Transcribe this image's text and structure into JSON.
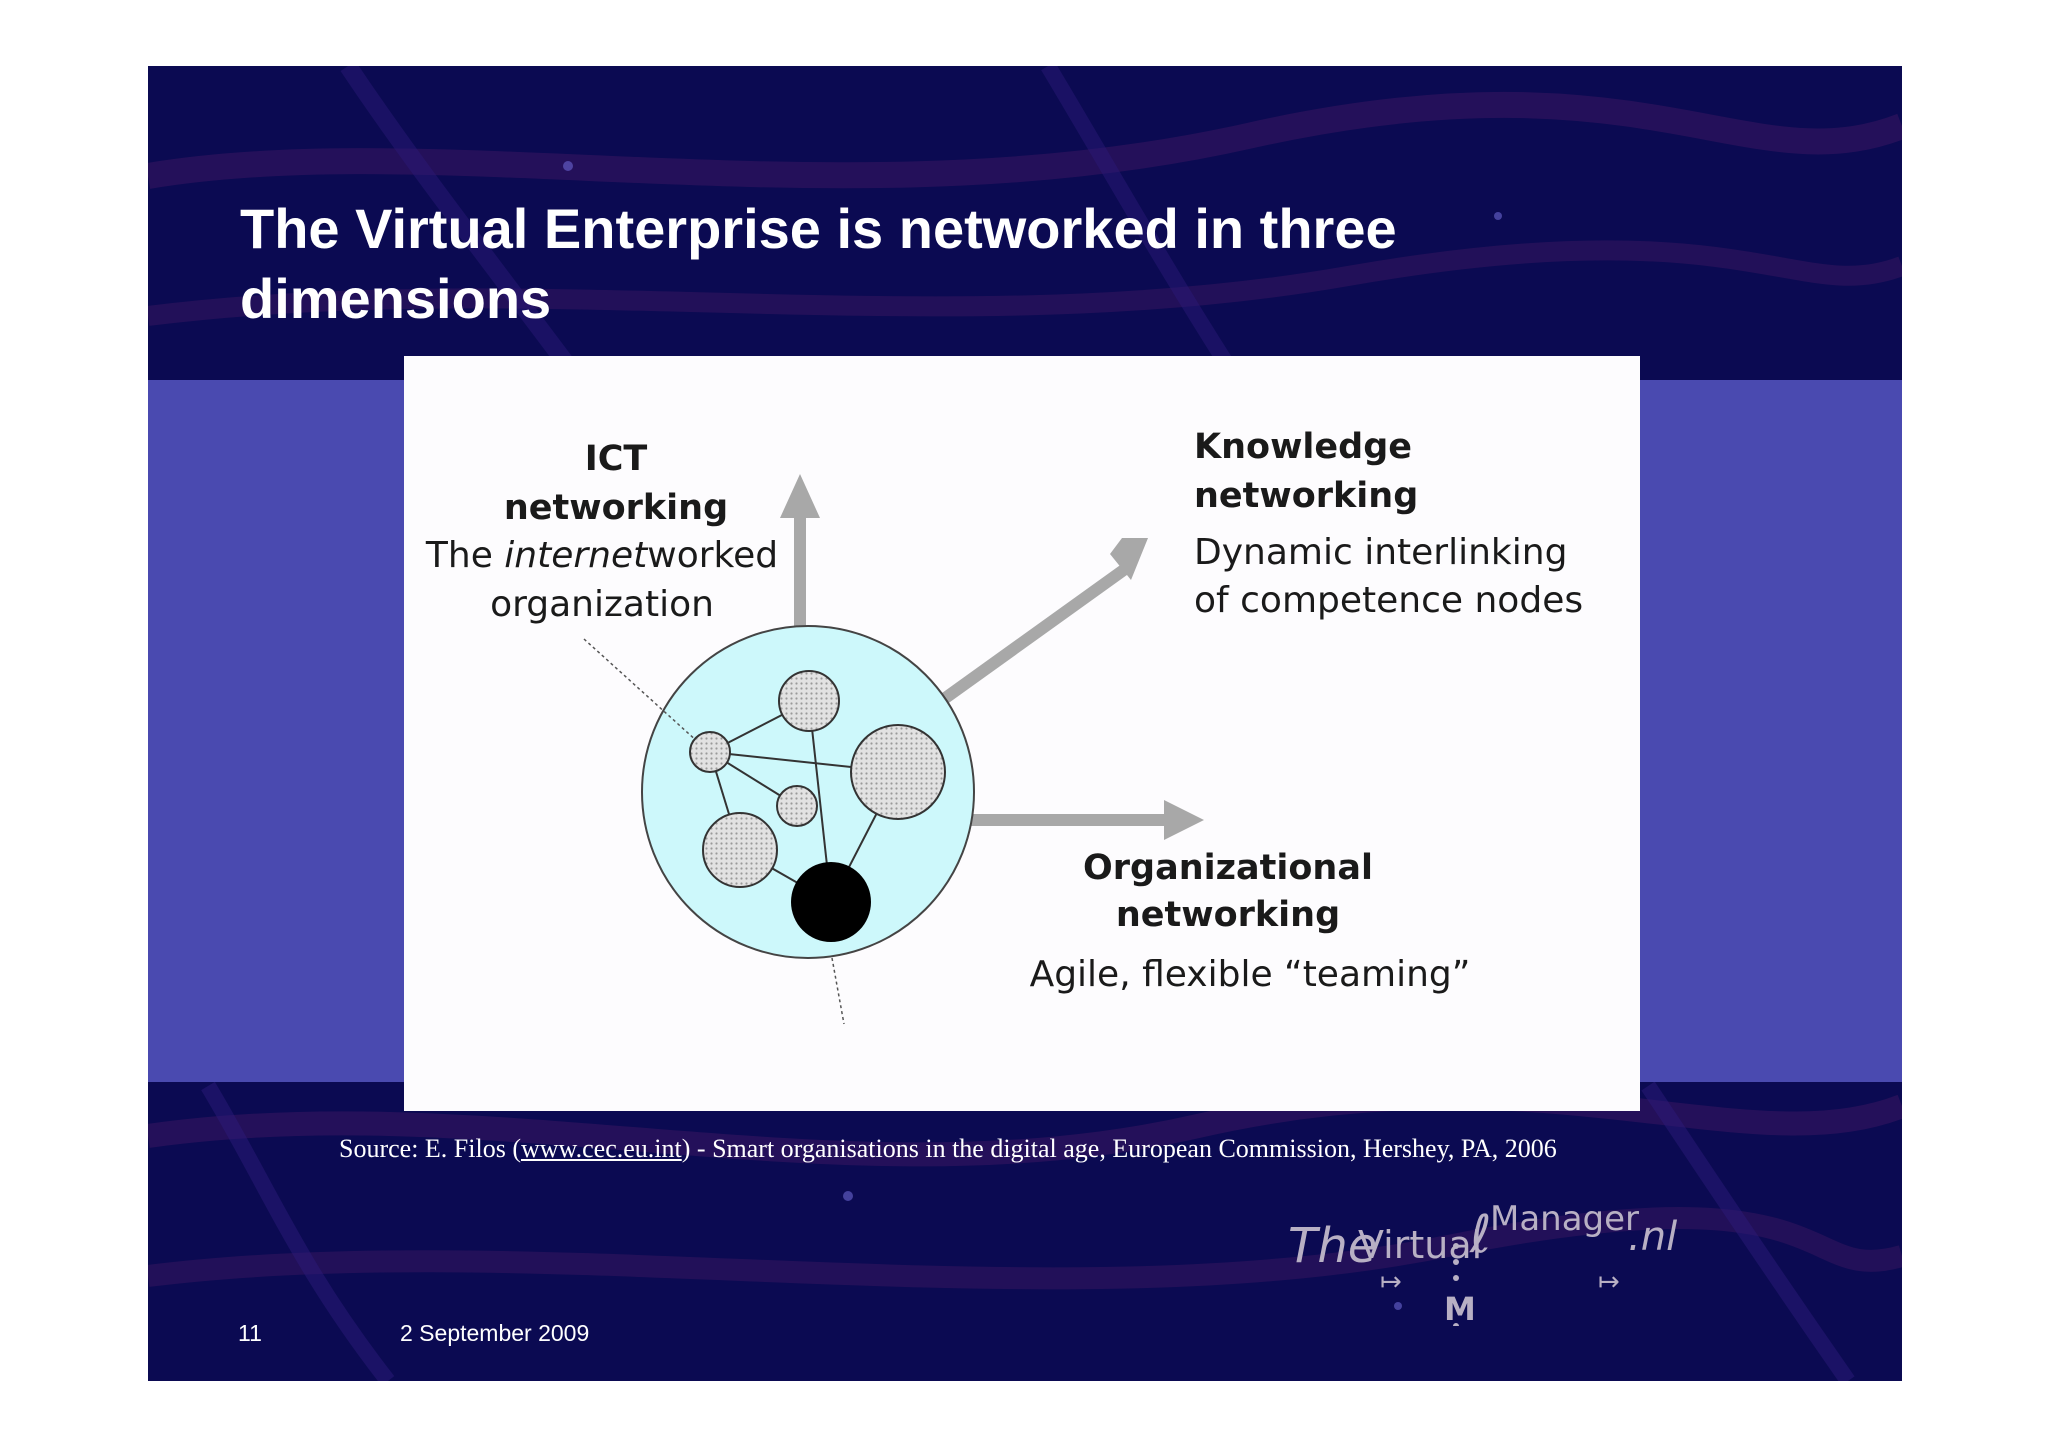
{
  "slide": {
    "title": "The Virtual Enterprise is networked in three dimensions",
    "colors": {
      "background": "#0b0a52",
      "band": "#4a4ab0",
      "title_text": "#ffffff"
    }
  },
  "diagram": {
    "ict": {
      "heading1": "ICT",
      "heading2": "networking",
      "desc_pre": "The ",
      "desc_em": "internet",
      "desc_post": "worked",
      "desc_line2": "organization"
    },
    "knowledge": {
      "heading1": "Knowledge",
      "heading2": "networking",
      "desc_line1": "Dynamic interlinking",
      "desc_line2": "of competence nodes"
    },
    "organizational": {
      "heading1": "Organizational",
      "heading2": "networking",
      "desc": "Agile, flexible “teaming”"
    },
    "colors": {
      "globe": "#cdf8fb",
      "arrow": "#a8a8a8",
      "node": "#d9d9d9",
      "core_node": "#000000"
    }
  },
  "source": {
    "prefix": "Source: E. Filos (",
    "link": "www.cec.eu.int",
    "suffix": ") - Smart organisations in the digital age, European Commission, Hershey, PA, 2006"
  },
  "logo": {
    "the": "The",
    "virtual": "Virtual",
    "manager": "Manager",
    "tld": ".nl",
    "monogram": "M"
  },
  "footer": {
    "page_number": "11",
    "date": "2 September 2009"
  }
}
